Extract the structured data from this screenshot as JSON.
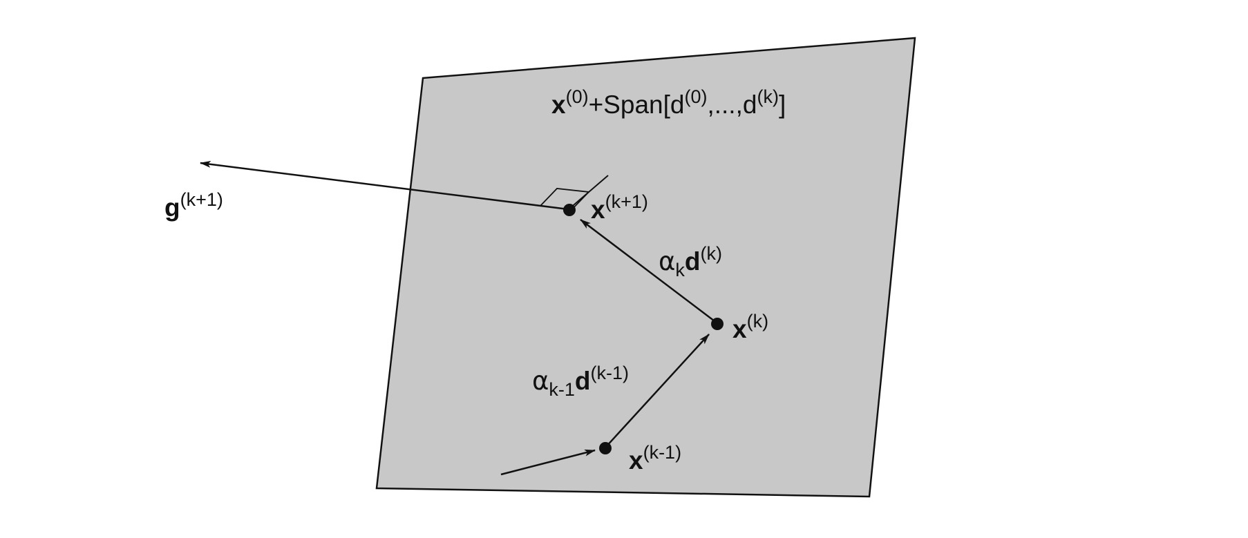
{
  "colors": {
    "plane_fill": "#c8c8c8",
    "stroke": "#111111",
    "background": "#ffffff"
  },
  "labels": {
    "span": {
      "base": "x",
      "base_sup": "(0)",
      "plus_span": "+Span[d",
      "d0_sup": "(0)",
      "dots": ",...,d",
      "dk_sup": "(k)",
      "close": "]"
    },
    "g_next": {
      "base": "g",
      "sup": "(k+1)"
    },
    "x_next": {
      "base": "x",
      "sup": "(k+1)"
    },
    "step_k": {
      "alpha": "α",
      "alpha_sub": "k",
      "d": "d",
      "d_sup": "(k)"
    },
    "x_k": {
      "base": "x",
      "sup": "(k)"
    },
    "step_k_minus_1": {
      "alpha": "α",
      "alpha_sub": "k-1",
      "d": "d",
      "d_sup": "(k-1)"
    },
    "x_prev": {
      "base": "x",
      "sup": "(k-1)"
    }
  }
}
